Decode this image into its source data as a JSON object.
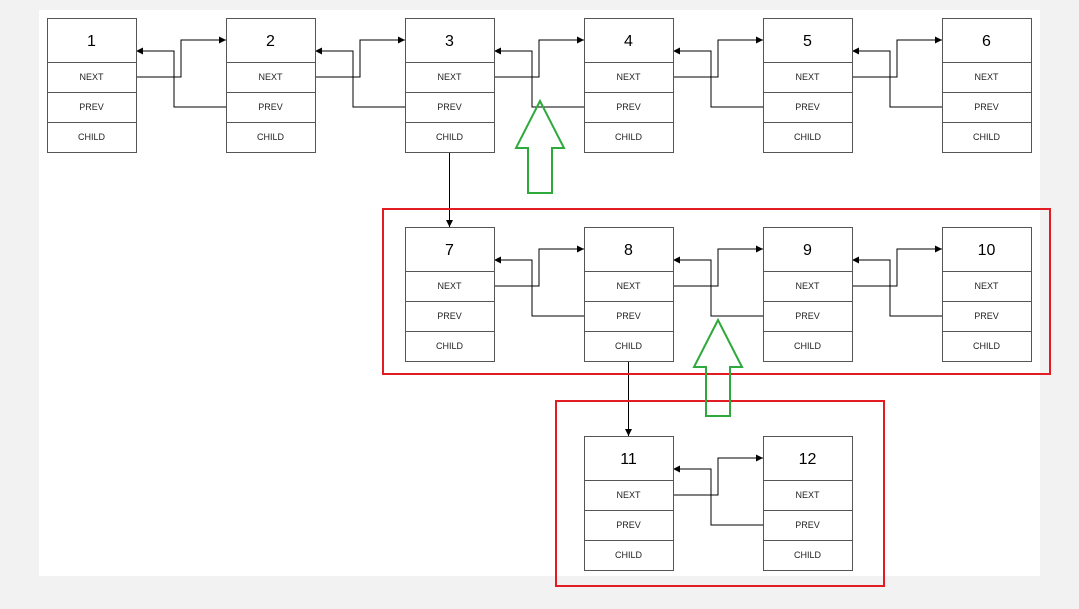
{
  "diagram": {
    "field_labels": [
      "NEXT",
      "PREV",
      "CHILD"
    ],
    "nodes": [
      {
        "id": "1",
        "level": 1
      },
      {
        "id": "2",
        "level": 1
      },
      {
        "id": "3",
        "level": 1
      },
      {
        "id": "4",
        "level": 1
      },
      {
        "id": "5",
        "level": 1
      },
      {
        "id": "6",
        "level": 1
      },
      {
        "id": "7",
        "level": 2
      },
      {
        "id": "8",
        "level": 2
      },
      {
        "id": "9",
        "level": 2
      },
      {
        "id": "10",
        "level": 2
      },
      {
        "id": "11",
        "level": 3
      },
      {
        "id": "12",
        "level": 3
      }
    ],
    "links": [
      {
        "from": "1",
        "to": "2",
        "type": "next"
      },
      {
        "from": "2",
        "to": "1",
        "type": "prev"
      },
      {
        "from": "2",
        "to": "3",
        "type": "next"
      },
      {
        "from": "3",
        "to": "2",
        "type": "prev"
      },
      {
        "from": "3",
        "to": "4",
        "type": "next"
      },
      {
        "from": "4",
        "to": "3",
        "type": "prev"
      },
      {
        "from": "4",
        "to": "5",
        "type": "next"
      },
      {
        "from": "5",
        "to": "4",
        "type": "prev"
      },
      {
        "from": "5",
        "to": "6",
        "type": "next"
      },
      {
        "from": "6",
        "to": "5",
        "type": "prev"
      },
      {
        "from": "7",
        "to": "8",
        "type": "next"
      },
      {
        "from": "8",
        "to": "7",
        "type": "prev"
      },
      {
        "from": "8",
        "to": "9",
        "type": "next"
      },
      {
        "from": "9",
        "to": "8",
        "type": "prev"
      },
      {
        "from": "9",
        "to": "10",
        "type": "next"
      },
      {
        "from": "10",
        "to": "9",
        "type": "prev"
      },
      {
        "from": "11",
        "to": "12",
        "type": "next"
      },
      {
        "from": "12",
        "to": "11",
        "type": "prev"
      },
      {
        "from": "3",
        "to": "7",
        "type": "child"
      },
      {
        "from": "8",
        "to": "11",
        "type": "child"
      }
    ],
    "highlight_colors": {
      "group_box": "#e31b23",
      "insert_arrow": "#2eaa3c"
    }
  }
}
